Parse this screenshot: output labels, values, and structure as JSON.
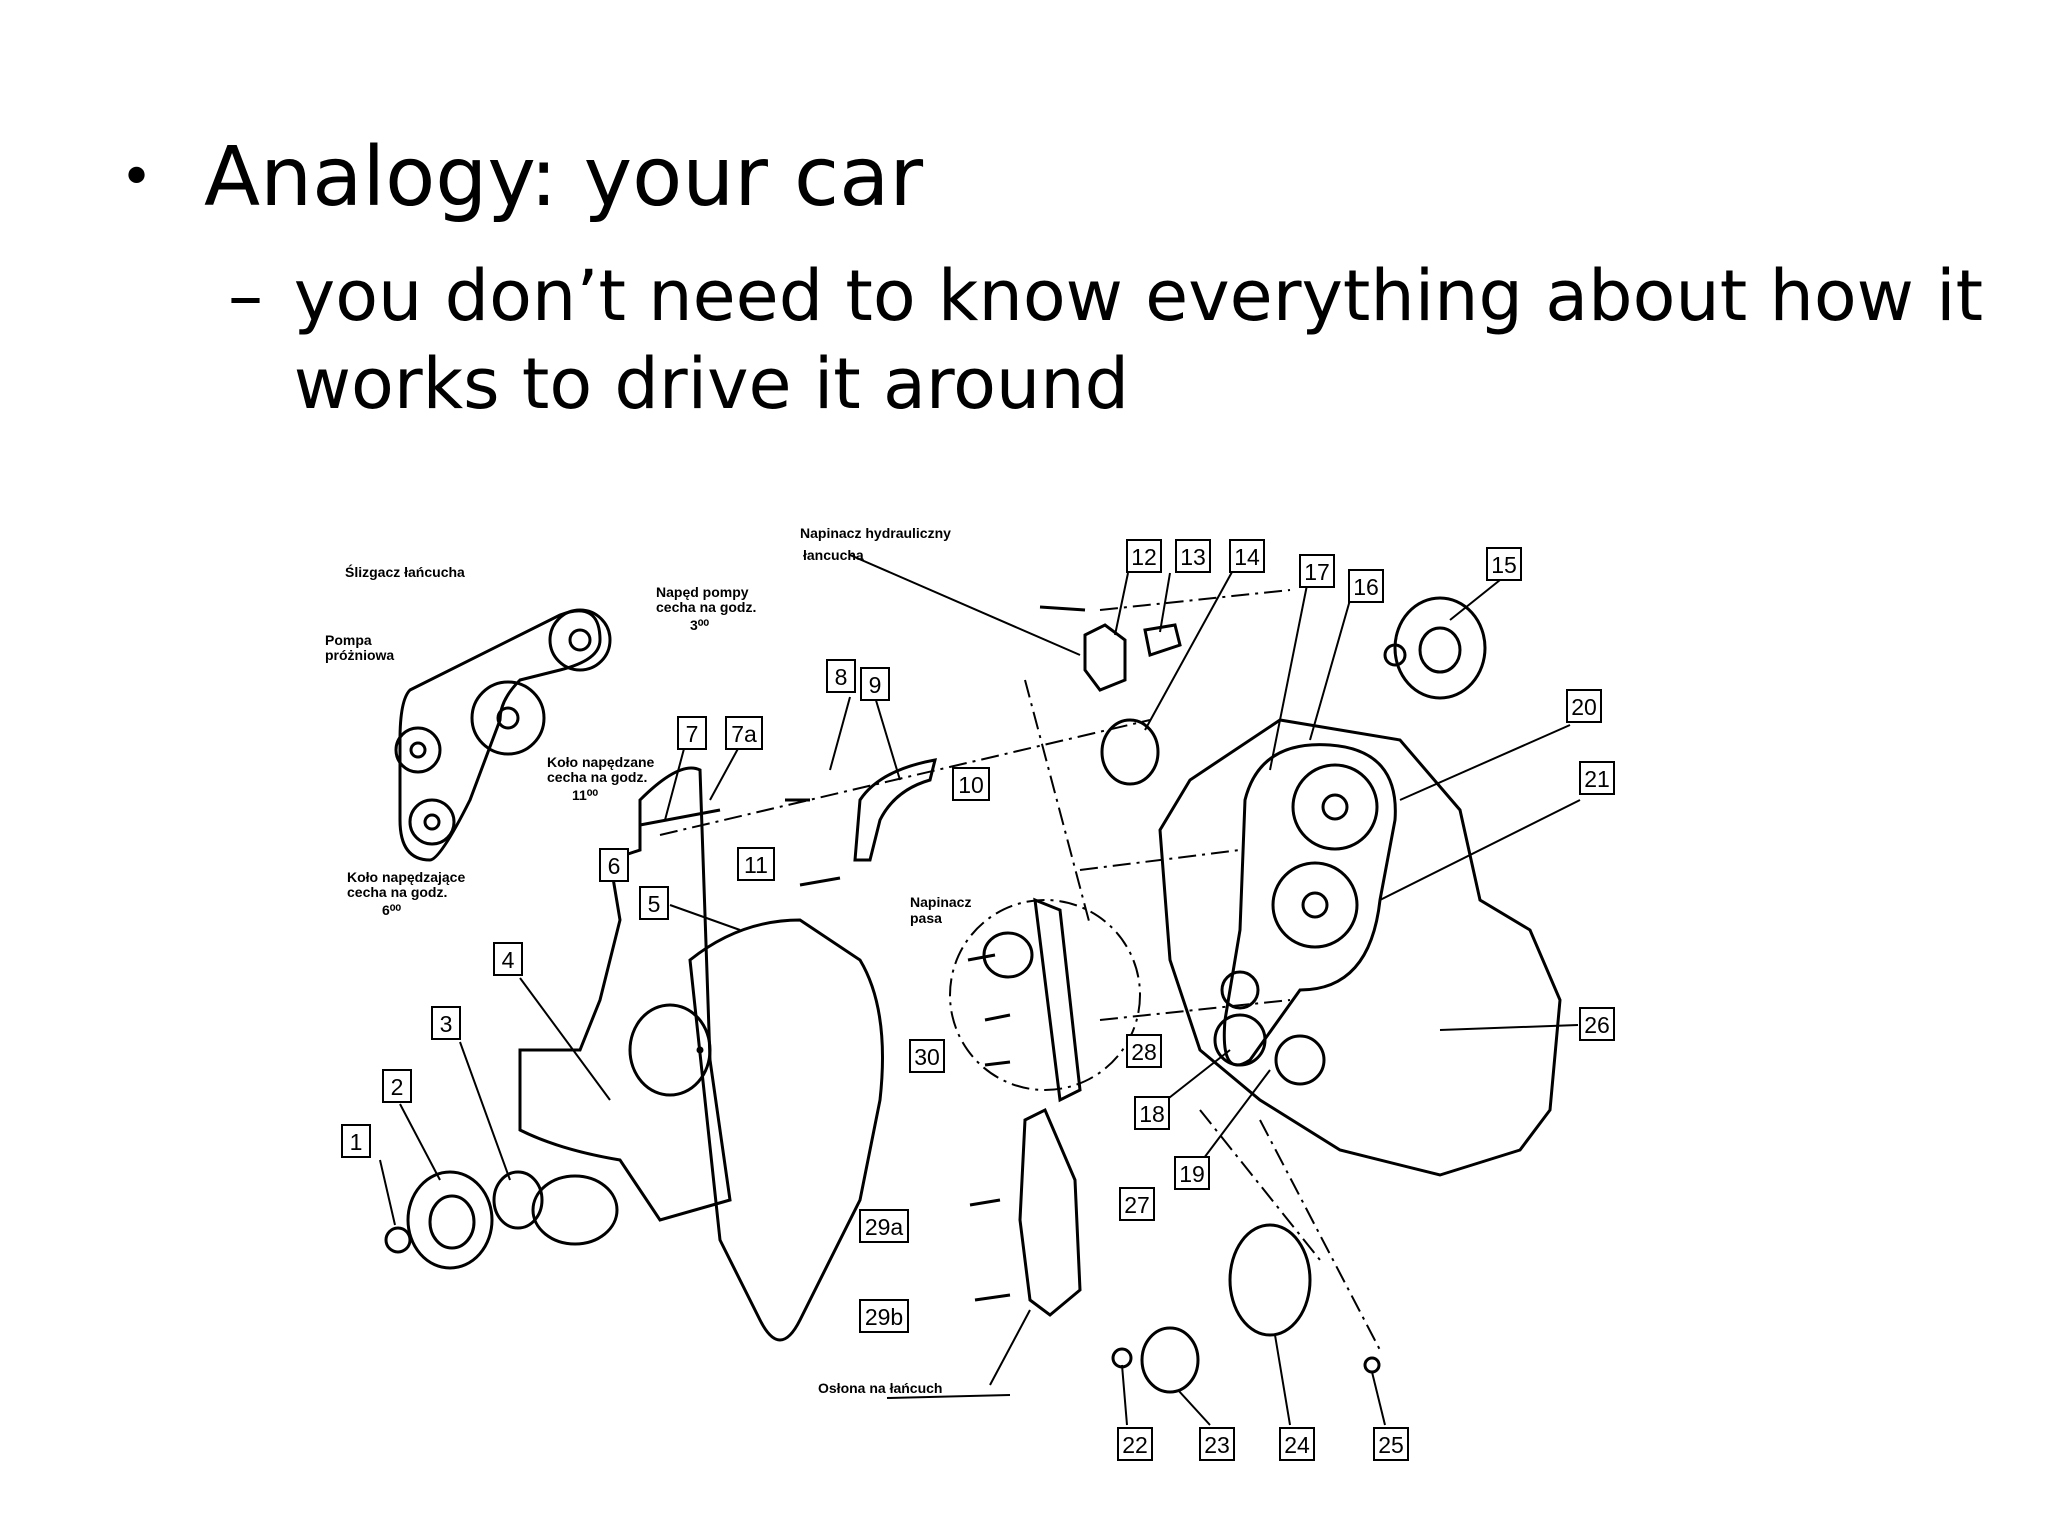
{
  "slide": {
    "bullet": "Analogy: your car",
    "sub_bullet": "you don’t need to know everything about how it works to drive it around"
  },
  "diagram": {
    "captions": {
      "tensioner_hydraulic_1": "Napinacz hydrauliczny",
      "tensioner_hydraulic_2": "łancucha",
      "chain_slider": "Ślizgacz łańcucha",
      "vacuum_pump_1": "Pompa",
      "vacuum_pump_2": "próżniowa",
      "pump_drive_1": "Napęd pompy",
      "pump_drive_2": "cecha na godz.",
      "pump_drive_3": "3⁰⁰",
      "driven_wheel_1": "Koło napędzane",
      "driven_wheel_2": "cecha na godz.",
      "driven_wheel_3": "11⁰⁰",
      "drive_wheel_1": "Koło napędzające",
      "drive_wheel_2": "cecha na godz.",
      "drive_wheel_3": "6⁰⁰",
      "belt_tensioner_1": "Napinacz",
      "belt_tensioner_2": "pasa",
      "chain_cover": "Osłona na łańcuch"
    },
    "part_labels": [
      "1",
      "2",
      "3",
      "4",
      "5",
      "6",
      "7",
      "7a",
      "8",
      "9",
      "10",
      "11",
      "12",
      "13",
      "14",
      "15",
      "16",
      "17",
      "18",
      "19",
      "20",
      "21",
      "22",
      "23",
      "24",
      "25",
      "26",
      "27",
      "28",
      "29a",
      "29b",
      "30"
    ]
  }
}
